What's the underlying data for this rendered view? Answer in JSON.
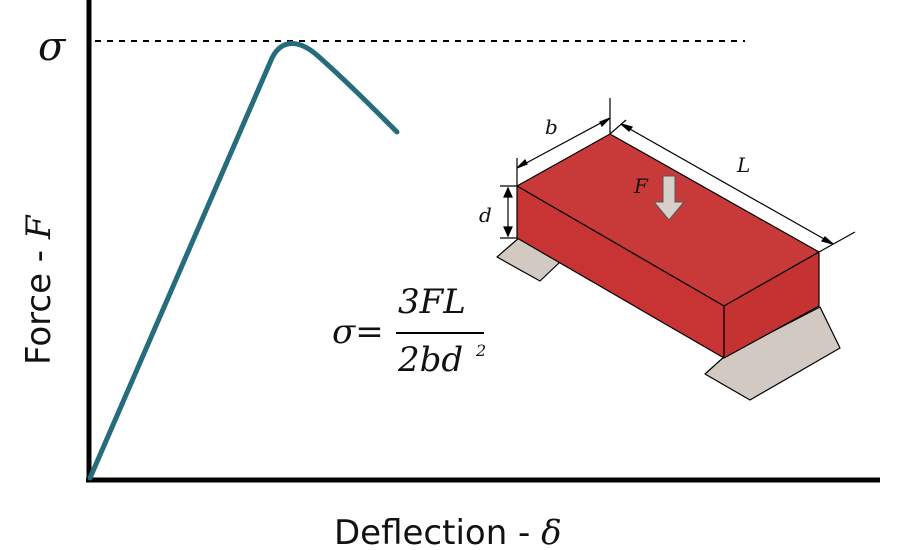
{
  "diagram": {
    "y_axis_label_text": "Force - ",
    "y_axis_label_symbol": "F",
    "x_axis_label_text": "Deflection - ",
    "x_axis_label_symbol": "δ",
    "peak_symbol": "σ",
    "formula": {
      "lhs": "σ=",
      "numerator": "3FL",
      "denominator": "2bd",
      "exponent": "2"
    },
    "beam_labels": {
      "width": "b",
      "length": "L",
      "depth": "d",
      "force": "F"
    }
  },
  "colors": {
    "curve": "#256c7c",
    "beam_front": "#c83434",
    "beam_top": "#c83a3a",
    "beam_side": "#c43232",
    "support": "#d2c9c3",
    "arrow": "#d6cfca",
    "axis": "#000000"
  }
}
